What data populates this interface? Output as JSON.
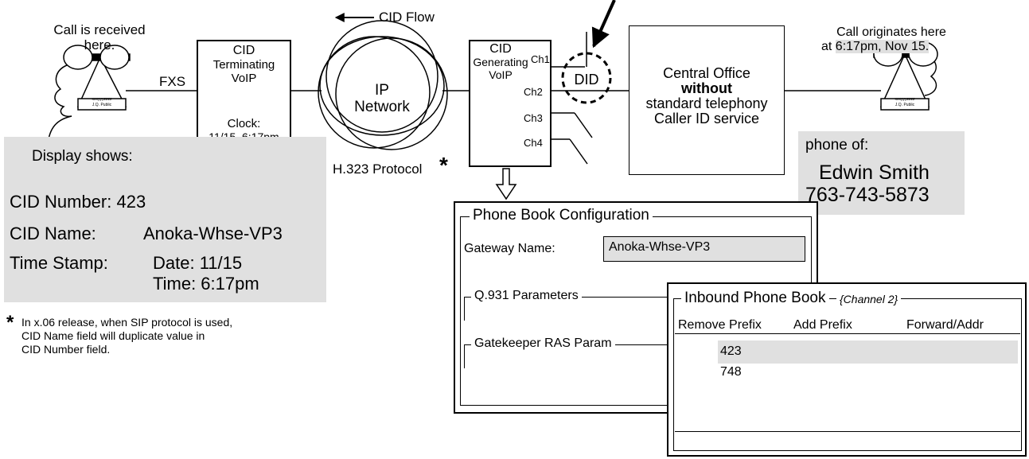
{
  "flow_label": "CID Flow",
  "receiving_phone": {
    "caption_line1": "Call is received",
    "caption_line2": "here.",
    "label": "FXS",
    "card_line1": "xxxyyyzzzz",
    "card_line2": "J.Q. Public"
  },
  "terminating_voip": {
    "line1": "CID",
    "line2": "Terminating",
    "line3": "VoIP",
    "clock_label": "Clock:",
    "clock_value": "11/15, 6:17pm"
  },
  "ip_network": {
    "line1": "IP",
    "line2": "Network",
    "protocol": "H.323 Protocol",
    "asterisk": "*"
  },
  "generating_voip": {
    "line1": "CID",
    "line2": "Generating",
    "line3": "VoIP",
    "channels": [
      "Ch1",
      "Ch2",
      "Ch3",
      "Ch4"
    ],
    "did": "DID"
  },
  "central_office": {
    "line1": "Central Office",
    "line2": "without",
    "line3": "standard telephony",
    "line4": "Caller ID service"
  },
  "originating_phone": {
    "caption_line1": "Call originates here",
    "caption_line2_prefix": "at ",
    "caption_line2_highlight": "6:17pm, Nov 15.",
    "card_line1": "xxxyyyzzzz",
    "card_line2": "J.Q. Public",
    "owner_label": "phone of:",
    "owner_name": "Edwin Smith",
    "owner_number": "763-743-5873"
  },
  "display_panel": {
    "heading": "Display shows:",
    "number_row": "CID Number: 423",
    "name_label": "CID Name:",
    "name_value": "Anoka-Whse-VP3",
    "timestamp_label": "Time Stamp:",
    "date_row": "Date: 11/15",
    "time_row": "Time: 6:17pm"
  },
  "footnote": {
    "star": "*",
    "line1": "In x.06 release, when SIP protocol is used,",
    "line2": "CID Name field will duplicate value in",
    "line3": "CID Number field."
  },
  "phone_book_config": {
    "title": "Phone Book Configuration",
    "gateway_label": "Gateway Name:",
    "gateway_value": "Anoka-Whse-VP3",
    "q931": "Q.931 Parameters",
    "gatekeeper": "Gatekeeper RAS Param"
  },
  "inbound_phone_book": {
    "title": "Inbound Phone Book",
    "channel": "{Channel 2}",
    "columns": [
      "Remove Prefix",
      "Add Prefix",
      "Forward/Addr"
    ],
    "rows": [
      "423",
      "748"
    ]
  }
}
